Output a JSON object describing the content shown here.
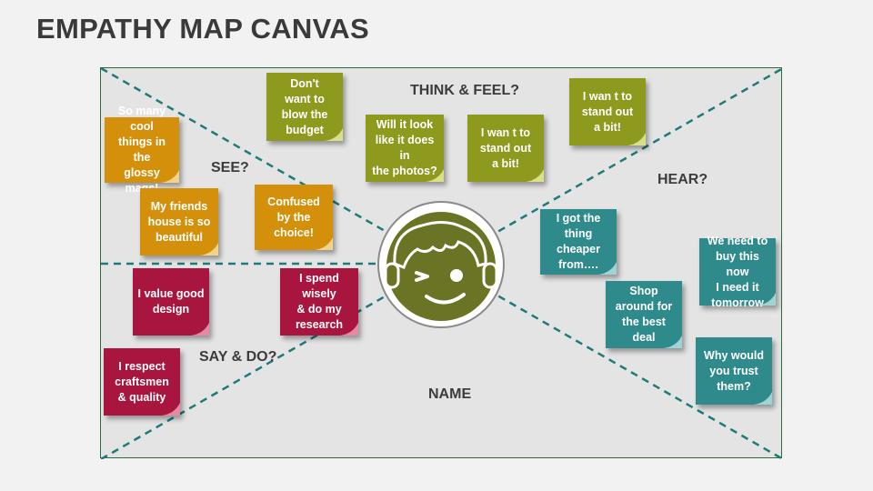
{
  "title": "EMPATHY MAP CANVAS",
  "quadrants": {
    "think_feel": "THINK & FEEL?",
    "see": "SEE?",
    "hear": "HEAR?",
    "say_do": "SAY & DO?",
    "name": "NAME"
  },
  "colors": {
    "see": "#d4900a",
    "think_feel": "#8e9a1d",
    "hear": "#2f8a8c",
    "say_do": "#a8163f",
    "divider": "#1f7a7a",
    "face": "#6b7425"
  },
  "notes": {
    "see": [
      "So many cool\nthings in the\nglossy mags!",
      "My friends\nhouse is so\nbeautiful",
      "Confused\nby the\nchoice!"
    ],
    "think_feel": [
      "Don't\nwant to\nblow the\nbudget",
      "Will it look\nlike it does in\nthe photos?",
      "I wan t to\nstand out\na bit!",
      "I wan t to\nstand out\na bit!"
    ],
    "hear": [
      "I got the\nthing\ncheaper\nfrom….",
      "We need to\nbuy this now\nI need it\ntomorrow",
      "Shop\naround for\nthe best\ndeal",
      "Why would\nyou trust\nthem?"
    ],
    "say_do": [
      "I value good\ndesign",
      "I spend wisely\n& do my\nresearch",
      "I respect\ncraftsmen\n& quality"
    ]
  },
  "persona": {
    "icon": "winking-face-icon"
  }
}
